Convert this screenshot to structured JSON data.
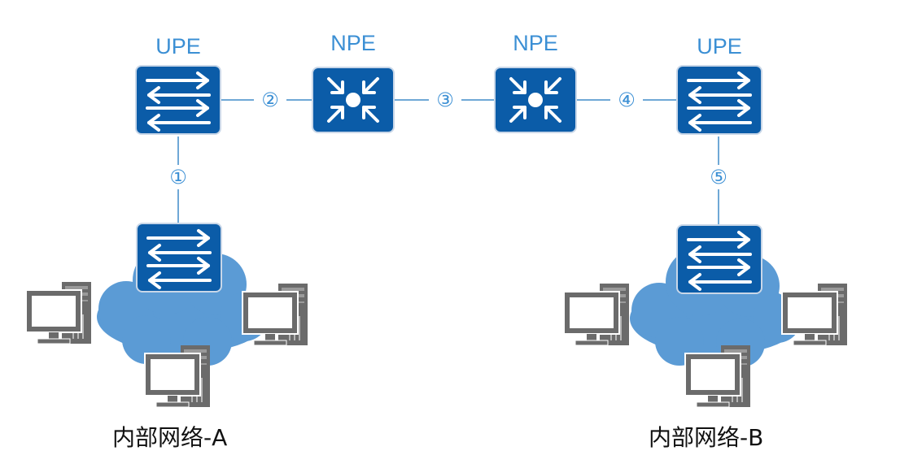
{
  "colors": {
    "device_fill": "#0b5ca8",
    "device_border": "#c9d7e8",
    "link_line": "#6fa8d6",
    "label_blue": "#3b8fd4",
    "cloud_fill": "#5b9bd5",
    "pc_gray": "#707070"
  },
  "devices": {
    "upe_left": {
      "label": "UPE",
      "icon": "switch-icon"
    },
    "npe_left": {
      "label": "NPE",
      "icon": "router-icon"
    },
    "npe_right": {
      "label": "NPE",
      "icon": "router-icon"
    },
    "upe_right": {
      "label": "UPE",
      "icon": "switch-icon"
    },
    "access_left": {
      "icon": "switch-icon"
    },
    "access_right": {
      "icon": "switch-icon"
    }
  },
  "links": [
    {
      "label": "①",
      "from": "access_left",
      "to": "upe_left"
    },
    {
      "label": "②",
      "from": "upe_left",
      "to": "npe_left"
    },
    {
      "label": "③",
      "from": "npe_left",
      "to": "npe_right"
    },
    {
      "label": "④",
      "from": "npe_right",
      "to": "upe_right"
    },
    {
      "label": "⑤",
      "from": "upe_right",
      "to": "access_right"
    }
  ],
  "networks": {
    "left": {
      "label": "内部网络-A",
      "icon": "cloud-icon",
      "hosts": 3
    },
    "right": {
      "label": "内部网络-B",
      "icon": "cloud-icon",
      "hosts": 3
    }
  }
}
